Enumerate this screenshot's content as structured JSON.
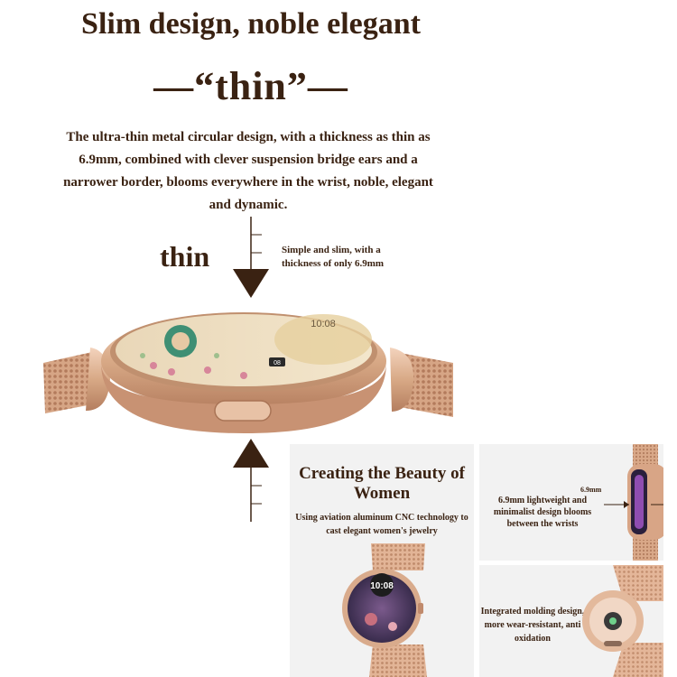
{
  "headline": "Slim design, noble elegant",
  "thin_title": "—“thin”—",
  "description": "The ultra-thin metal circular design, with a thickness as thin as 6.9mm, combined with clever suspension bridge ears and a narrower border, blooms everywhere in the wrist, noble, elegant and dynamic.",
  "thin_label": "thin",
  "slim_note": "Simple and slim, with a thickness of only 6.9mm",
  "watch_face": {
    "time": "10:08",
    "date": "08"
  },
  "panel_beauty": {
    "title": "Creating the Beauty of Women",
    "subtitle": "Using aviation aluminum CNC technology to cast elegant women's jewelry",
    "watch_time": "10:08"
  },
  "panel_lightweight": {
    "measure": "6.9mm",
    "text": "6.9mm lightweight and minimalist design blooms between the wrists"
  },
  "panel_molding": {
    "text": "Integrated molding design, more wear-resistant, anti oxidation"
  },
  "colors": {
    "text_brown": "#3a2212",
    "gold": "#d8a986",
    "rose_gold_dark": "#a8735a",
    "panel_bg": "#f2f2f2"
  }
}
